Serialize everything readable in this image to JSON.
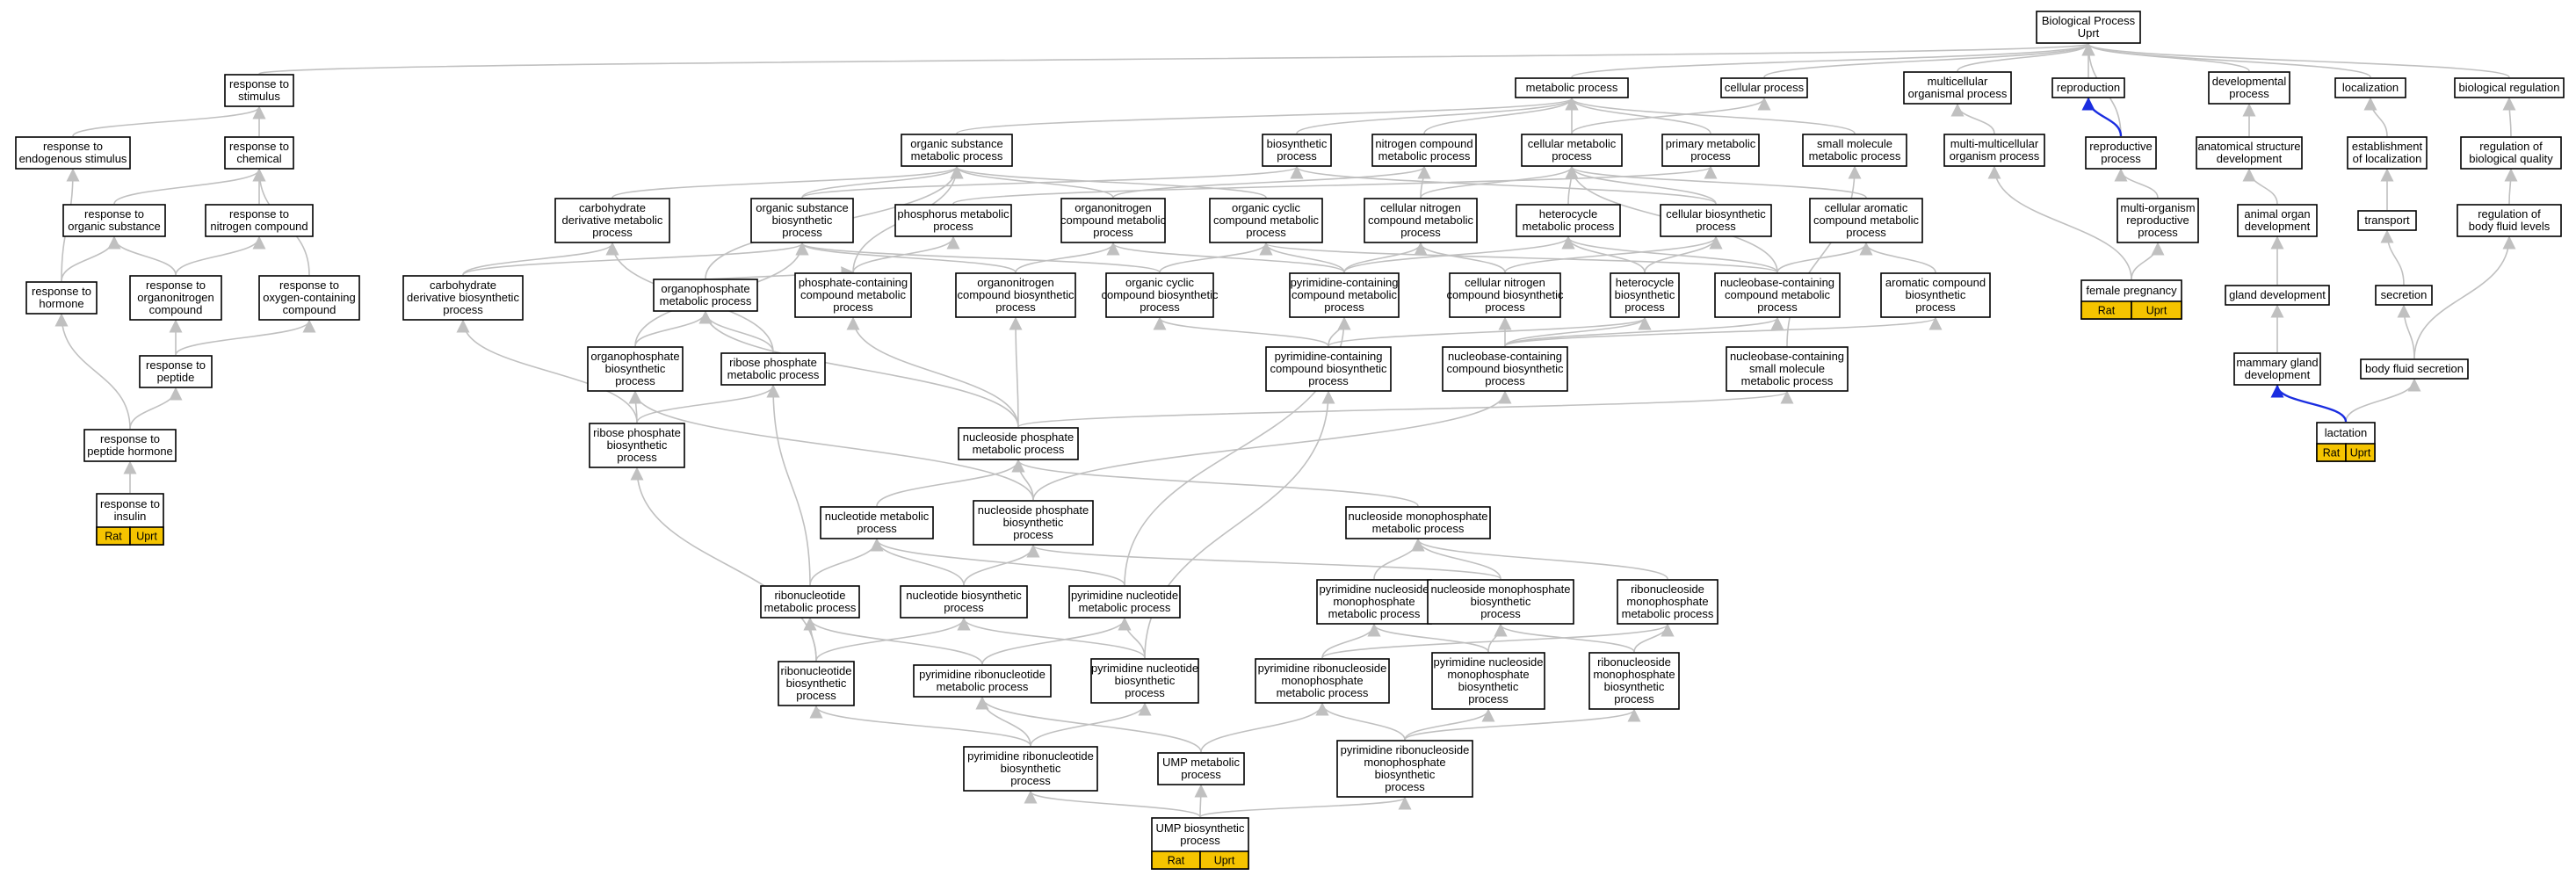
{
  "colors": {
    "edge": "#c0c0c0",
    "edge_highlight": "#1a2de0",
    "annotation": "#f5c400"
  },
  "nodes": {
    "bp_root": [
      "Biological Process",
      "Uprt"
    ],
    "resp_stim": [
      "response to",
      "stimulus"
    ],
    "metabolic": [
      "metabolic process"
    ],
    "cellular_proc": [
      "cellular process"
    ],
    "multicell_org": [
      "multicellular",
      "organismal process"
    ],
    "reproduction": [
      "reproduction"
    ],
    "developmental": [
      "developmental",
      "process"
    ],
    "localization": [
      "localization"
    ],
    "bio_reg": [
      "biological regulation"
    ],
    "resp_endo": [
      "response to",
      "endogenous stimulus"
    ],
    "resp_chem": [
      "response to",
      "chemical"
    ],
    "org_subst_met": [
      "organic substance",
      "metabolic process"
    ],
    "biosynthetic": [
      "biosynthetic",
      "process"
    ],
    "nitrogen_cmpd_met": [
      "nitrogen compound",
      "metabolic process"
    ],
    "cell_met": [
      "cellular metabolic",
      "process"
    ],
    "primary_met": [
      "primary metabolic",
      "process"
    ],
    "small_mol_met": [
      "small molecule",
      "metabolic process"
    ],
    "multi_multi_org": [
      "multi-multicellular",
      "organism process"
    ],
    "repro_proc": [
      "reproductive",
      "process"
    ],
    "anat_struct_dev": [
      "anatomical structure",
      "development"
    ],
    "estab_loc": [
      "establishment",
      "of localization"
    ],
    "reg_bio_qual": [
      "regulation of",
      "biological quality"
    ],
    "resp_org_subst": [
      "response to",
      "organic substance"
    ],
    "resp_nitrogen": [
      "response to",
      "nitrogen compound"
    ],
    "carb_deriv_met": [
      "carbohydrate",
      "derivative metabolic",
      "process"
    ],
    "org_subst_bio": [
      "organic substance",
      "biosynthetic",
      "process"
    ],
    "phosphorus_met": [
      "phosphorus metabolic",
      "process"
    ],
    "organonitrogen_met": [
      "organonitrogen",
      "compound metabolic",
      "process"
    ],
    "org_cyclic_met": [
      "organic cyclic",
      "compound metabolic",
      "process"
    ],
    "cell_nitrogen_met": [
      "cellular nitrogen",
      "compound metabolic",
      "process"
    ],
    "heterocycle_met": [
      "heterocycle",
      "metabolic process"
    ],
    "cell_bio": [
      "cellular biosynthetic",
      "process"
    ],
    "cell_arom_met": [
      "cellular aromatic",
      "compound metabolic",
      "process"
    ],
    "multi_org_repro": [
      "multi-organism",
      "reproductive",
      "process"
    ],
    "animal_organ_dev": [
      "animal organ",
      "development"
    ],
    "transport": [
      "transport"
    ],
    "reg_body_fluid": [
      "regulation of",
      "body fluid levels"
    ],
    "resp_hormone": [
      "response to",
      "hormone"
    ],
    "resp_organonitrogen": [
      "response to",
      "organonitrogen",
      "compound"
    ],
    "resp_oxygen": [
      "response to",
      "oxygen-containing",
      "compound"
    ],
    "carb_deriv_bio": [
      "carbohydrate",
      "derivative biosynthetic",
      "process"
    ],
    "organophosphate_met": [
      "organophosphate",
      "metabolic process"
    ],
    "phosphate_cmpd_met": [
      "phosphate-containing",
      "compound metabolic",
      "process"
    ],
    "organonitrogen_bio": [
      "organonitrogen",
      "compound biosynthetic",
      "process"
    ],
    "org_cyclic_bio": [
      "organic cyclic",
      "compound biosynthetic",
      "process"
    ],
    "pyr_cmpd_met": [
      "pyrimidine-containing",
      "compound metabolic",
      "process"
    ],
    "cell_nitrogen_bio": [
      "cellular nitrogen",
      "compound biosynthetic",
      "process"
    ],
    "heterocycle_bio": [
      "heterocycle",
      "biosynthetic",
      "process"
    ],
    "nucleobase_cmpd_met": [
      "nucleobase-containing",
      "compound metabolic",
      "process"
    ],
    "arom_cmpd_bio": [
      "aromatic compound",
      "biosynthetic",
      "process"
    ],
    "female_preg": [
      "female pregnancy"
    ],
    "gland_dev": [
      "gland development"
    ],
    "secretion": [
      "secretion"
    ],
    "resp_peptide": [
      "response to",
      "peptide"
    ],
    "organophosphate_bio": [
      "organophosphate",
      "biosynthetic",
      "process"
    ],
    "ribose_phos_met": [
      "ribose phosphate",
      "metabolic process"
    ],
    "pyr_cmpd_bio": [
      "pyrimidine-containing",
      "compound biosynthetic",
      "process"
    ],
    "nucleobase_cmpd_bio": [
      "nucleobase-containing",
      "compound biosynthetic",
      "process"
    ],
    "nucleobase_small_met": [
      "nucleobase-containing",
      "small molecule",
      "metabolic process"
    ],
    "mammary_dev": [
      "mammary gland",
      "development"
    ],
    "body_fluid_sec": [
      "body fluid secretion"
    ],
    "resp_peptide_hormone": [
      "response to",
      "peptide hormone"
    ],
    "ribose_phos_bio": [
      "ribose phosphate",
      "biosynthetic",
      "process"
    ],
    "nucleoside_phos_met": [
      "nucleoside phosphate",
      "metabolic process"
    ],
    "lactation": [
      "lactation"
    ],
    "resp_insulin": [
      "response to",
      "insulin"
    ],
    "nucleotide_met": [
      "nucleotide metabolic",
      "process"
    ],
    "nucleoside_phos_bio": [
      "nucleoside phosphate",
      "biosynthetic",
      "process"
    ],
    "nucleoside_mono_met": [
      "nucleoside monophosphate",
      "metabolic process"
    ],
    "ribonucleotide_met": [
      "ribonucleotide",
      "metabolic process"
    ],
    "nucleotide_bio": [
      "nucleotide biosynthetic",
      "process"
    ],
    "pyr_nucleotide_met": [
      "pyrimidine nucleotide",
      "metabolic process"
    ],
    "pyr_nucleoside_mono_met": [
      "pyrimidine nucleoside",
      "monophosphate",
      "metabolic process"
    ],
    "nucleoside_mono_bio": [
      "nucleoside monophosphate",
      "biosynthetic",
      "process"
    ],
    "ribonucleoside_mono_met": [
      "ribonucleoside",
      "monophosphate",
      "metabolic process"
    ],
    "ribonucleotide_bio": [
      "ribonucleotide",
      "biosynthetic",
      "process"
    ],
    "pyr_ribonucleotide_met": [
      "pyrimidine ribonucleotide",
      "metabolic process"
    ],
    "pyr_nucleotide_bio": [
      "pyrimidine nucleotide",
      "biosynthetic",
      "process"
    ],
    "pyr_ribonucleoside_mono_met": [
      "pyrimidine ribonucleoside",
      "monophosphate",
      "metabolic process"
    ],
    "pyr_nucleoside_mono_bio": [
      "pyrimidine nucleoside",
      "monophosphate",
      "biosynthetic",
      "process"
    ],
    "ribonucleoside_mono_bio": [
      "ribonucleoside",
      "monophosphate",
      "biosynthetic",
      "process"
    ],
    "pyr_ribonucleotide_bio": [
      "pyrimidine ribonucleotide",
      "biosynthetic",
      "process"
    ],
    "ump_met": [
      "UMP metabolic",
      "process"
    ],
    "pyr_ribonucleoside_mono_bio": [
      "pyrimidine ribonucleoside",
      "monophosphate",
      "biosynthetic",
      "process"
    ],
    "ump_bio": [
      "UMP biosynthetic",
      "process"
    ]
  },
  "annotations": {
    "resp_insulin": [
      "Rat",
      "Uprt"
    ],
    "female_preg": [
      "Rat",
      "Uprt"
    ],
    "lactation": [
      "Rat",
      "Uprt"
    ],
    "ump_bio": [
      "Rat",
      "Uprt"
    ]
  }
}
